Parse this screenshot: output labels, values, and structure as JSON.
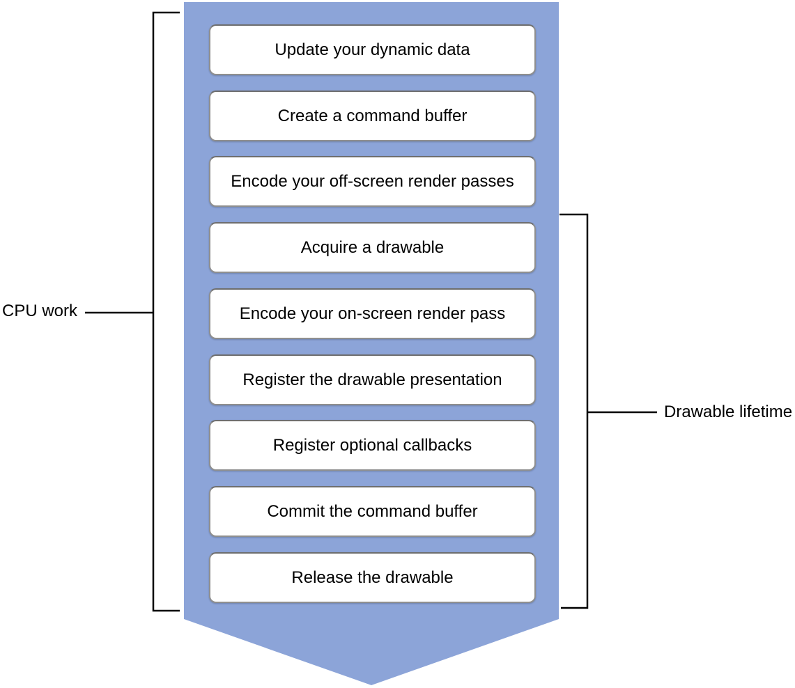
{
  "diagram": {
    "kind": "vertical-flow-arrow",
    "arrow_color": "#8CA4D8",
    "line_color": "#000000",
    "box_fill": "#FFFFFF",
    "box_border_color": "#8F8F8F",
    "text_color": "#000000",
    "steps": [
      {
        "label": "Update your dynamic data"
      },
      {
        "label": "Create a command buffer"
      },
      {
        "label": "Encode your off-screen render passes"
      },
      {
        "label": "Acquire a drawable"
      },
      {
        "label": "Encode your on-screen render pass"
      },
      {
        "label": "Register the drawable presentation"
      },
      {
        "label": "Register optional callbacks"
      },
      {
        "label": "Commit the command buffer"
      },
      {
        "label": "Release the drawable"
      }
    ],
    "brackets": {
      "left": {
        "label": "CPU work",
        "spans_steps": "1-9"
      },
      "right": {
        "label": "Drawable lifetime",
        "spans_steps": "4-9"
      }
    }
  }
}
